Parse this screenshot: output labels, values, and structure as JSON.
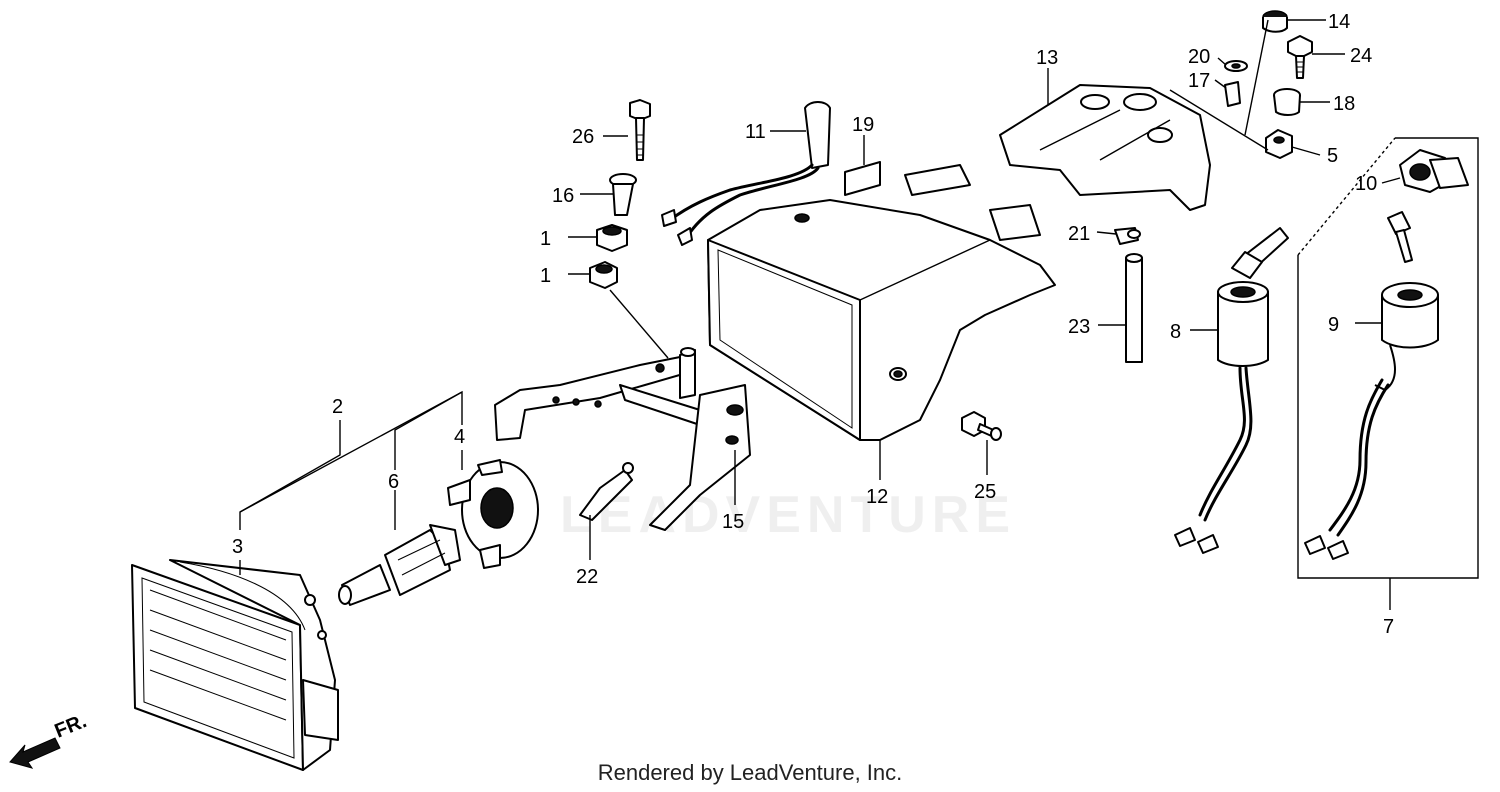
{
  "diagram": {
    "callouts": [
      {
        "id": "1a",
        "label": "1"
      },
      {
        "id": "1b",
        "label": "1"
      },
      {
        "id": "2",
        "label": "2"
      },
      {
        "id": "3",
        "label": "3"
      },
      {
        "id": "4",
        "label": "4"
      },
      {
        "id": "5",
        "label": "5"
      },
      {
        "id": "6",
        "label": "6"
      },
      {
        "id": "7",
        "label": "7"
      },
      {
        "id": "8",
        "label": "8"
      },
      {
        "id": "9",
        "label": "9"
      },
      {
        "id": "10",
        "label": "10"
      },
      {
        "id": "11",
        "label": "11"
      },
      {
        "id": "12",
        "label": "12"
      },
      {
        "id": "13",
        "label": "13"
      },
      {
        "id": "14",
        "label": "14"
      },
      {
        "id": "15",
        "label": "15"
      },
      {
        "id": "16",
        "label": "16"
      },
      {
        "id": "17",
        "label": "17"
      },
      {
        "id": "18",
        "label": "18"
      },
      {
        "id": "19",
        "label": "19"
      },
      {
        "id": "20",
        "label": "20"
      },
      {
        "id": "21",
        "label": "21"
      },
      {
        "id": "22",
        "label": "22"
      },
      {
        "id": "23",
        "label": "23"
      },
      {
        "id": "24",
        "label": "24"
      },
      {
        "id": "25",
        "label": "25"
      },
      {
        "id": "26",
        "label": "26"
      }
    ],
    "direction_marker": "FR.",
    "watermark": "LEADVENTURE"
  },
  "footer": {
    "credit": "Rendered by LeadVenture, Inc."
  }
}
